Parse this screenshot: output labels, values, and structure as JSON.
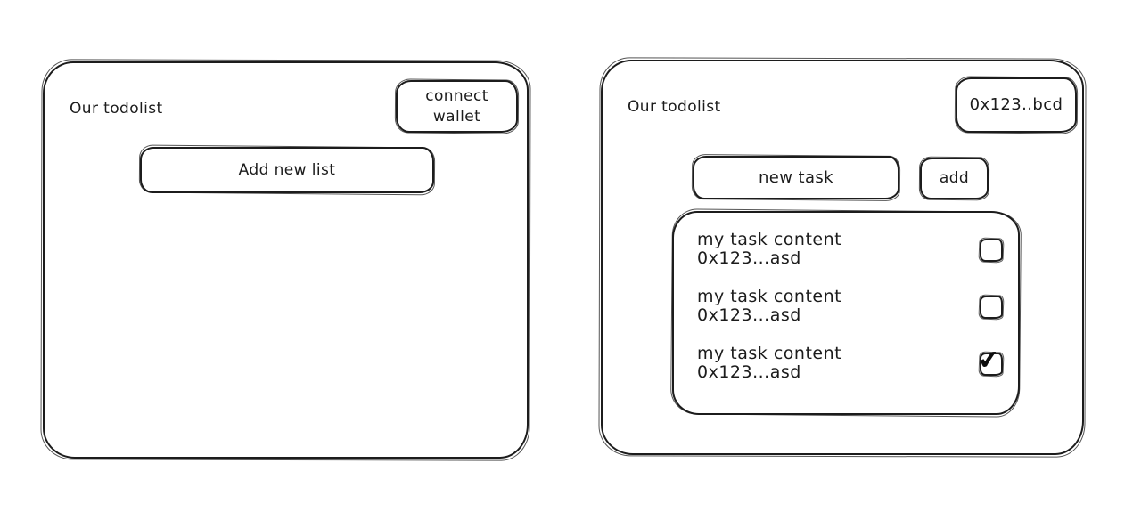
{
  "colors": {
    "stroke": "#1c1c1c",
    "background": "#ffffff"
  },
  "left_window": {
    "title": "Our todolist",
    "connect_wallet_button": "connect wallet",
    "add_new_list_button": "Add new list"
  },
  "right_window": {
    "title": "Our todolist",
    "wallet_address_button": "0x123..bcd",
    "new_task_field": "new task",
    "add_button": "add",
    "tasks": [
      {
        "content": "my task content",
        "address": "0x123...asd",
        "checked": false,
        "check_glyph": ""
      },
      {
        "content": "my task content",
        "address": "0x123...asd",
        "checked": false,
        "check_glyph": ""
      },
      {
        "content": "my task content",
        "address": "0x123...asd",
        "checked": true,
        "check_glyph": "✔"
      }
    ]
  }
}
